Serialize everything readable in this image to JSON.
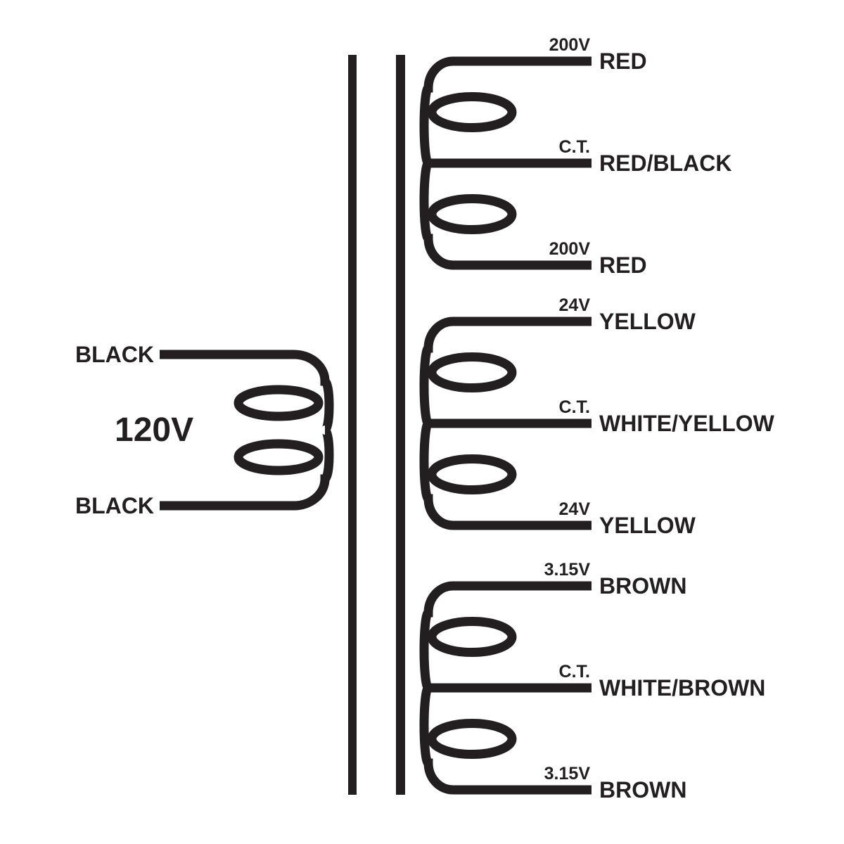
{
  "diagram": {
    "colors": {
      "line": "#231f20",
      "background": "#ffffff"
    },
    "primary": {
      "voltage": "120V",
      "leads": [
        {
          "label": "BLACK"
        },
        {
          "label": "BLACK"
        }
      ]
    },
    "secondaries": [
      {
        "leads": [
          {
            "tap": "200V",
            "label": "RED"
          },
          {
            "tap": "C.T.",
            "label": "RED/BLACK"
          },
          {
            "tap": "200V",
            "label": "RED"
          }
        ]
      },
      {
        "leads": [
          {
            "tap": "24V",
            "label": "YELLOW"
          },
          {
            "tap": "C.T.",
            "label": "WHITE/YELLOW"
          },
          {
            "tap": "24V",
            "label": "YELLOW"
          }
        ]
      },
      {
        "leads": [
          {
            "tap": "3.15V",
            "label": "BROWN"
          },
          {
            "tap": "C.T.",
            "label": "WHITE/BROWN"
          },
          {
            "tap": "3.15V",
            "label": "BROWN"
          }
        ]
      }
    ]
  }
}
